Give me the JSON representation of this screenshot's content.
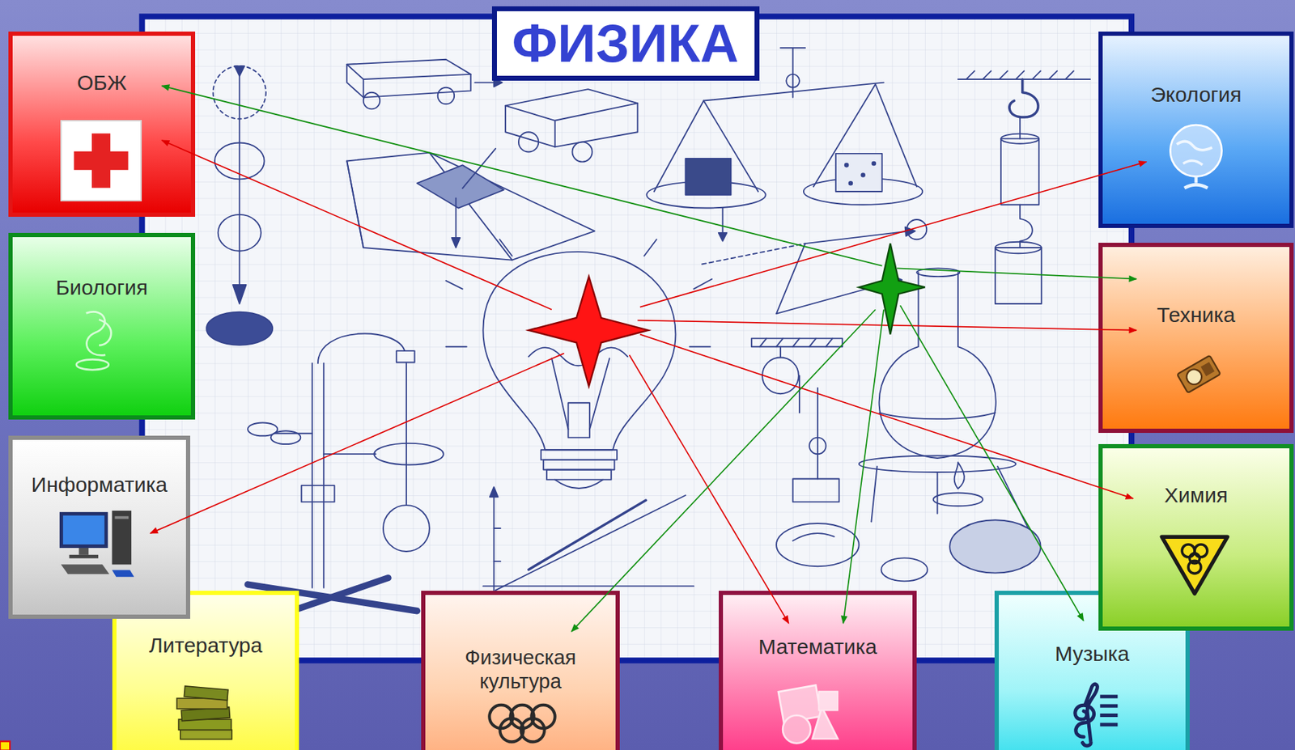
{
  "diagram": {
    "title": "ФИЗИКА",
    "nodes": [
      {
        "text": [
          "ОБЖ"
        ]
      },
      {
        "text": [
          "Экология"
        ]
      },
      {
        "text": [
          "Биология"
        ]
      },
      {
        "text": [
          "Техника"
        ]
      },
      {
        "text": [
          "Информатика"
        ]
      },
      {
        "text": [
          "Химия"
        ]
      },
      {
        "text": [
          "Литература"
        ]
      },
      {
        "text": [
          "Физическая культура"
        ]
      },
      {
        "text": [
          "Математика"
        ]
      },
      {
        "text": [
          "Музыка"
        ]
      }
    ]
  }
}
